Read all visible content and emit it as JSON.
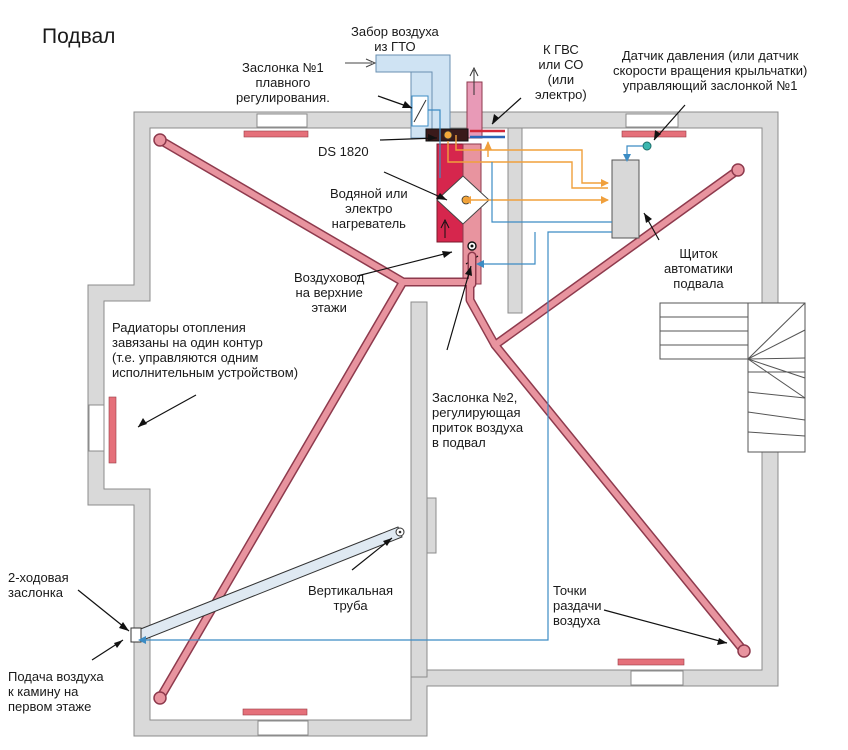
{
  "title": "Подвал",
  "labels": {
    "air_intake": "Забор воздуха\nиз ГТО",
    "damper1": "Заслонка №1\nплавного\nрегулирования.",
    "to_hot_water": "К ГВС\nили СО\n(или\nэлектро)",
    "pressure_sensor": "Датчик давления (или датчик\nскорости вращения крыльчатки)\nуправляющий заслонкой №1",
    "ds1820": "DS 1820",
    "heater": "Водяной или\nэлектро\nнагреватель",
    "control_panel": "Щиток\nавтоматики\nподвала",
    "upper_duct": "Воздуховод\nна верхние\nэтажи",
    "radiators": "Радиаторы отопления\nзавязаны на один контур\n(т.е. управляются одним\nисполнительным устройством)",
    "damper2": "Заслонка №2,\nрегулирующая\nприток воздуха\nв подвал",
    "two_way_damper": "2-ходовая\nзаслонка",
    "vertical_pipe": "Вертикальная\nтруба",
    "air_points": "Точки\nраздачи\nвоздуха",
    "fireplace_supply": "Подача воздуха\nк камину на\nпервом этаже"
  },
  "colors": {
    "wall": "#d9d9d9",
    "duct": "#e8949f",
    "duct_edge": "#8e3a4d",
    "intake": "#cfe3f3",
    "signal": "#3c8cc4",
    "heat": "#f0a03c",
    "radiator": "#e5707a"
  }
}
